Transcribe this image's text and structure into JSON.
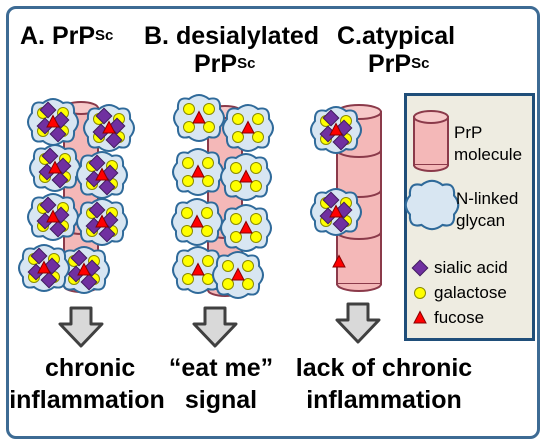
{
  "panels": {
    "a": {
      "label": "A.",
      "title": "PrP",
      "title_sup": "Sc",
      "outcome_line1": "chronic",
      "outcome_line2": "inflammation"
    },
    "b": {
      "label": "B.",
      "title_line1": "desialylated",
      "title_line2": "PrP",
      "title_sup": "Sc",
      "outcome_line1": "“eat me”",
      "outcome_line2": "signal"
    },
    "c": {
      "title_line1": "C.atypical",
      "title_line2": "PrP",
      "title_sup": "Sc",
      "outcome_line1": "lack of chronic",
      "outcome_line2": "inflammation"
    }
  },
  "legend": {
    "prp_line1": "PrP",
    "prp_line2": "molecule",
    "glycan_line1": "N-linked",
    "glycan_line2": "glycan",
    "sialic": "sialic acid",
    "galactose": "galactose",
    "fucose": "fucose"
  },
  "colors": {
    "prp_fill": "#f4b8b8",
    "prp_stroke": "#8b3a4a",
    "glycan_fill": "#d8e6f2",
    "glycan_stroke": "#2f6a9a",
    "sialic": "#7030a0",
    "galactose": "#ffff00",
    "fucose": "#ff0000",
    "arrow_fill": "#d9d9d9",
    "frame": "#3d6b94",
    "legend_bg": "#eeece1"
  }
}
